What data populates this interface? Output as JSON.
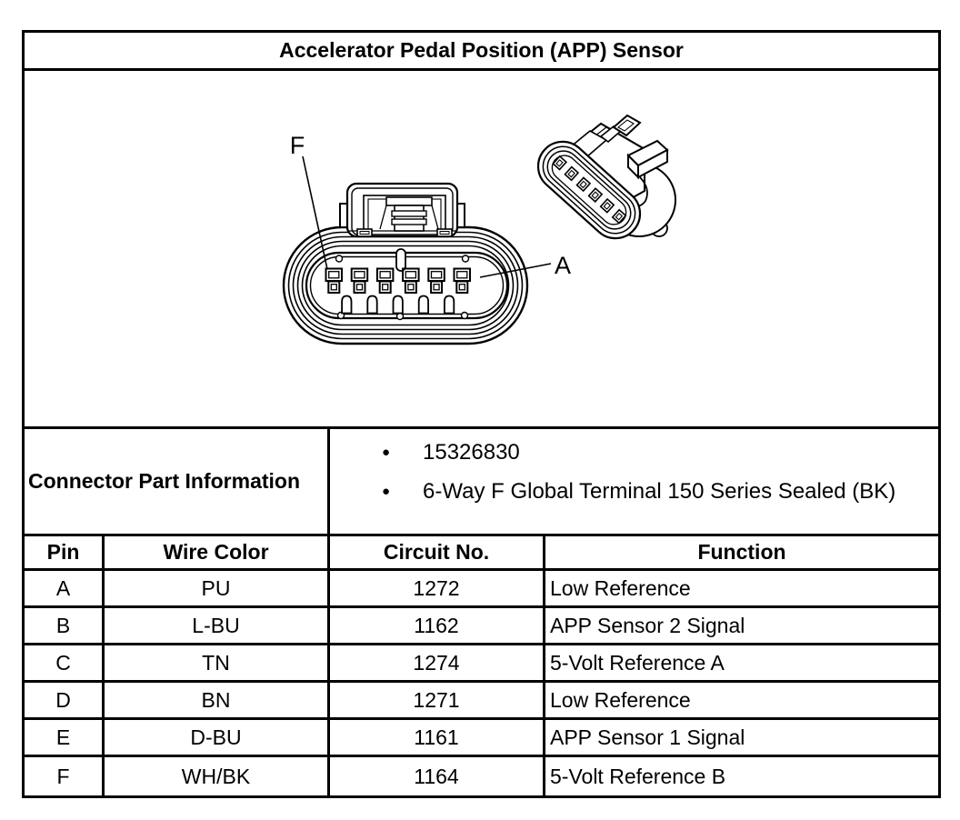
{
  "title": "Accelerator Pedal Position (APP) Sensor",
  "colors": {
    "border": "#000000",
    "background": "#ffffff",
    "text": "#000000"
  },
  "diagram": {
    "label_f": "F",
    "label_a": "A"
  },
  "connector_part_information": {
    "label": "Connector Part Information",
    "bullet_icon": "●",
    "items": [
      "15326830",
      "6-Way F Global Terminal 150 Series Sealed (BK)"
    ]
  },
  "pin_table": {
    "headers": [
      "Pin",
      "Wire Color",
      "Circuit No.",
      "Function"
    ],
    "rows": [
      {
        "pin": "A",
        "wire_color": "PU",
        "circuit_no": "1272",
        "function": "Low Reference"
      },
      {
        "pin": "B",
        "wire_color": "L-BU",
        "circuit_no": "1162",
        "function": "APP Sensor 2 Signal"
      },
      {
        "pin": "C",
        "wire_color": "TN",
        "circuit_no": "1274",
        "function": "5-Volt Reference A"
      },
      {
        "pin": "D",
        "wire_color": "BN",
        "circuit_no": "1271",
        "function": "Low Reference"
      },
      {
        "pin": "E",
        "wire_color": "D-BU",
        "circuit_no": "1161",
        "function": "APP Sensor 1 Signal"
      },
      {
        "pin": "F",
        "wire_color": "WH/BK",
        "circuit_no": "1164",
        "function": "5-Volt Reference B"
      }
    ]
  }
}
